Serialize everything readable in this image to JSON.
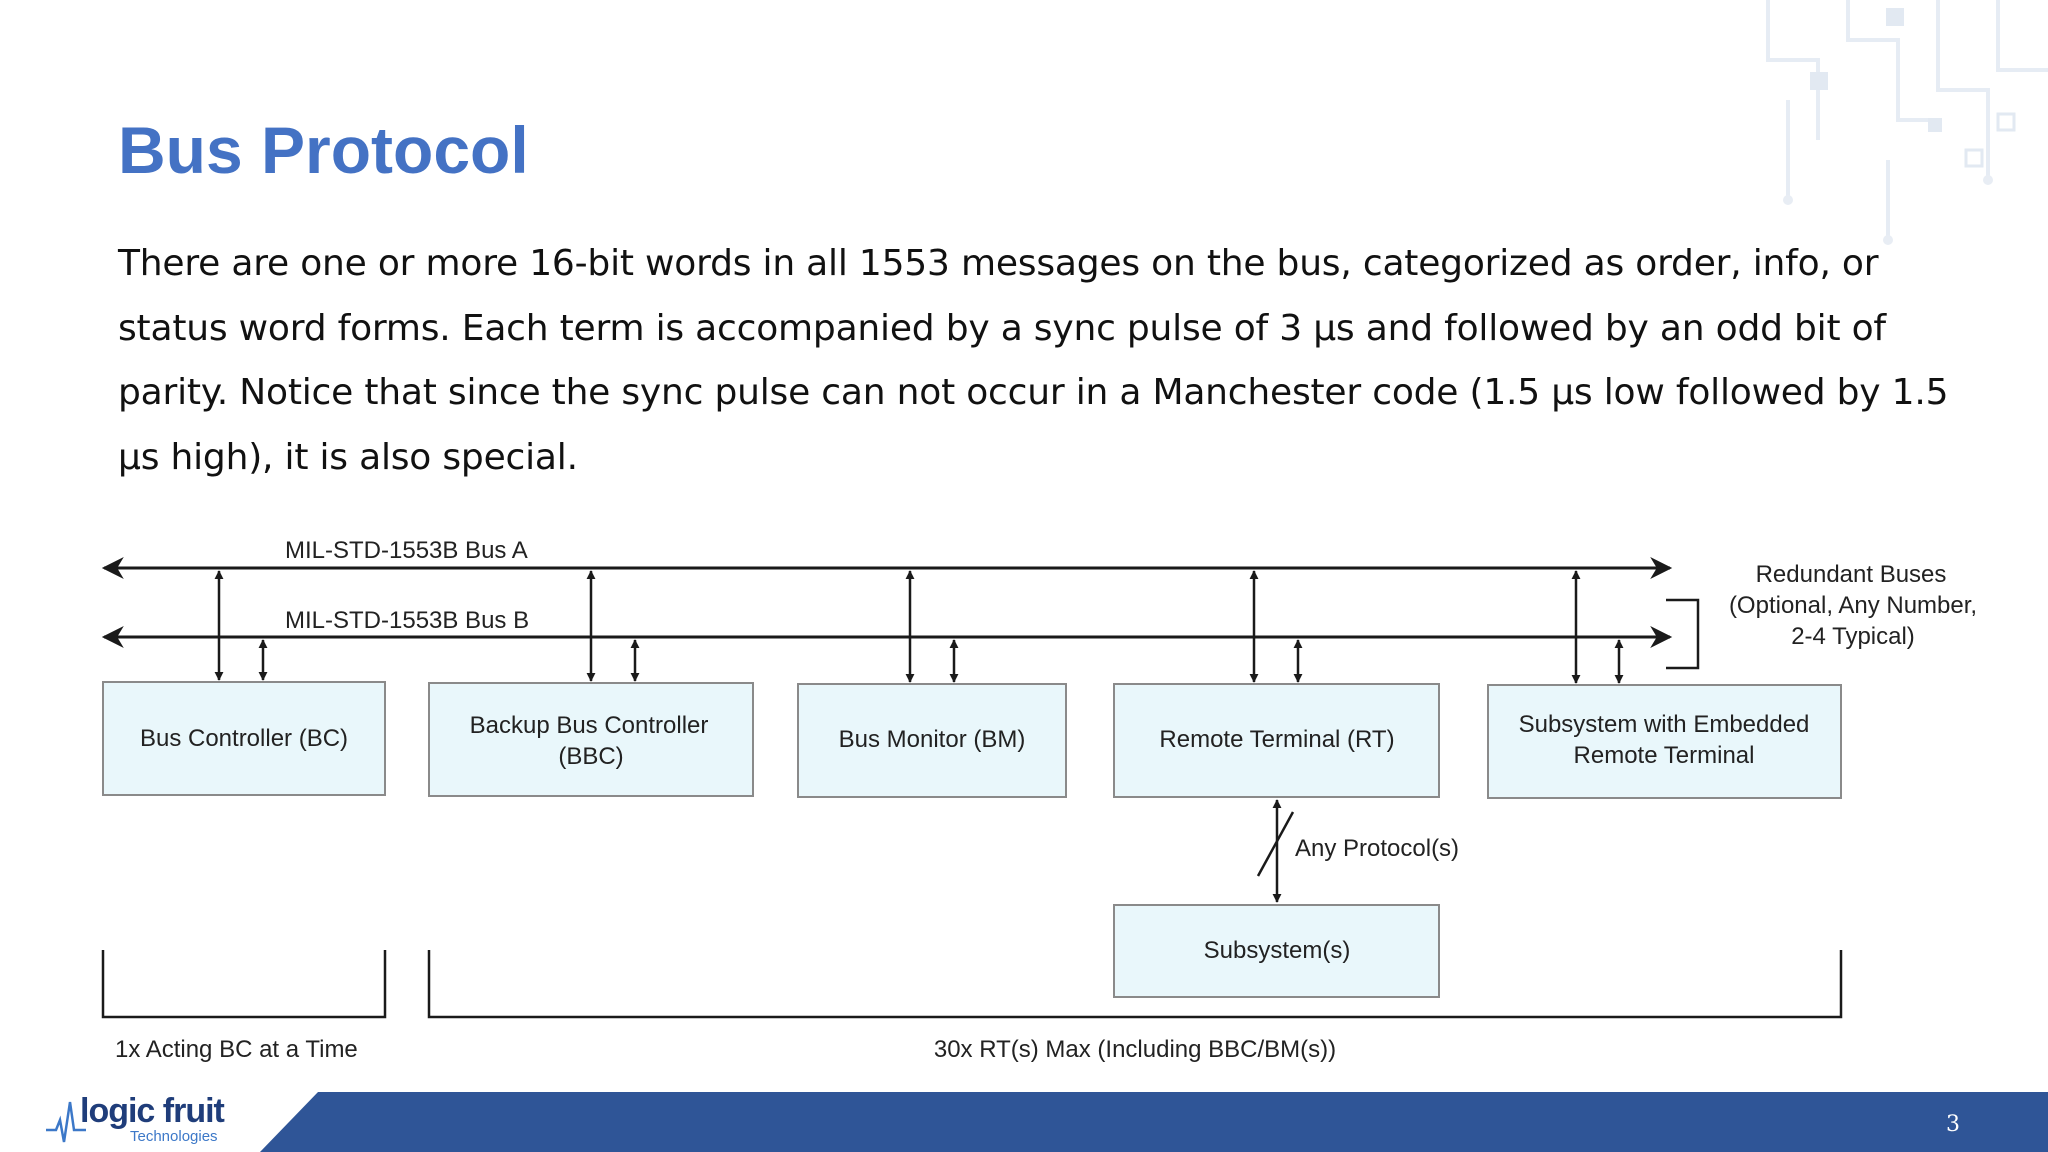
{
  "slide": {
    "title": "Bus Protocol",
    "body": "There are one or more 16-bit words in all 1553 messages on the bus, categorized as order, info, or status word forms. Each term is accompanied by a sync pulse of 3 μs and followed by an odd bit of parity. Notice that since the sync pulse can not occur in a Manchester code (1.5 μs low followed by 1.5 μs high), it is also special.",
    "page_number": "3"
  },
  "diagram": {
    "bus_a_label": "MIL-STD-1553B Bus A",
    "bus_b_label": "MIL-STD-1553B Bus B",
    "redundant_note": [
      "Redundant Buses",
      "(Optional, Any Number,",
      "2-4 Typical)"
    ],
    "boxes": {
      "bc": [
        "Bus Controller (BC)"
      ],
      "bbc": [
        "Backup Bus Controller",
        "(BBC)"
      ],
      "bm": [
        "Bus Monitor (BM)"
      ],
      "rt": [
        "Remote Terminal (RT)"
      ],
      "embedded": [
        "Subsystem with Embedded",
        "Remote Terminal"
      ],
      "subsystem": [
        "Subsystem(s)"
      ]
    },
    "any_protocol_label": "Any Protocol(s)",
    "bracket_left_label": "1x Acting BC at a Time",
    "bracket_right_label": "30x RT(s) Max (Including BBC/BM(s))"
  },
  "logo": {
    "name": "logic fruit",
    "tagline": "Technologies"
  },
  "colors": {
    "title": "#4472c4",
    "box_fill": "#e9f7fb",
    "box_border": "#8a8a8a",
    "footer_band": "#2f5597",
    "logo_text": "#1f3d7a",
    "logo_sub": "#3c78c8"
  }
}
